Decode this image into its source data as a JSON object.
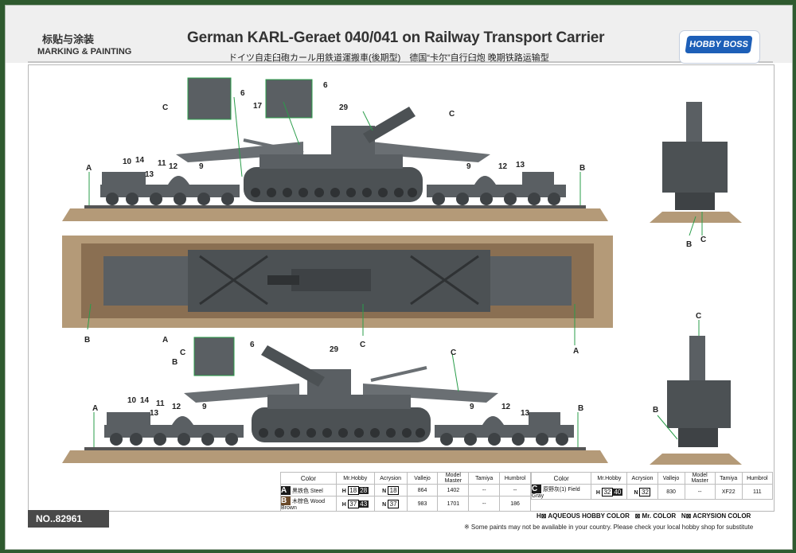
{
  "header": {
    "marking_painting_cn": "标贴与涂装",
    "marking_painting_en": "MARKING & PAINTING",
    "title": "German KARL-Geraet 040/041 on Railway Transport Carrier",
    "subtitle": "ドイツ自走臼砲カール用鉄道運搬車(後期型)　德国“卡尔”自行臼炮 晚期铁路运输型",
    "logo": "HOBBY BOSS"
  },
  "callouts": {
    "A": "A",
    "B": "B",
    "C": "C",
    "n6": "6",
    "n9": "9",
    "n10": "10",
    "n11": "11",
    "n12": "12",
    "n13": "13",
    "n14": "14",
    "n17": "17",
    "n29": "29"
  },
  "product_no": "NO..82961",
  "table_headers": [
    "Color",
    "Mr.Hobby",
    "Acrysion",
    "Vallejo",
    "Model Master",
    "Tamiya",
    "Humbrol"
  ],
  "colors": [
    {
      "letter": "A",
      "name_cn": "黑铁色",
      "name_en": "Steel",
      "mrhobby_prefix": "H",
      "mrhobby_a": "18",
      "mrhobby_b": "28",
      "acrysion_prefix": "N",
      "acrysion": "18",
      "vallejo": "864",
      "model_master": "1402",
      "tamiya": "--",
      "humbrol": "--",
      "swatch": "#1a1a1a"
    },
    {
      "letter": "B",
      "name_cn": "木棕色",
      "name_en": "Wood Brown",
      "mrhobby_prefix": "H",
      "mrhobby_a": "37",
      "mrhobby_b": "43",
      "acrysion_prefix": "N",
      "acrysion": "37",
      "vallejo": "983",
      "model_master": "1701",
      "tamiya": "--",
      "humbrol": "186",
      "swatch": "#6b4a2a"
    },
    {
      "letter": "C",
      "name_cn": "原野灰(1)",
      "name_en": "Field Gray",
      "mrhobby_prefix": "H",
      "mrhobby_a": "32",
      "mrhobby_b": "40",
      "acrysion_prefix": "N",
      "acrysion": "32",
      "vallejo": "830",
      "model_master": "--",
      "tamiya": "XF22",
      "humbrol": "111",
      "swatch": "#1a1a1a"
    }
  ],
  "legend": {
    "h": "H⊠ AQUEOUS HOBBY COLOR",
    "mr": "⊠ Mr. COLOR",
    "n": "N⊠ ACRYSION COLOR"
  },
  "footnote": "※ Some paints may not be available in your country. Please check your local hobby shop for substitute"
}
